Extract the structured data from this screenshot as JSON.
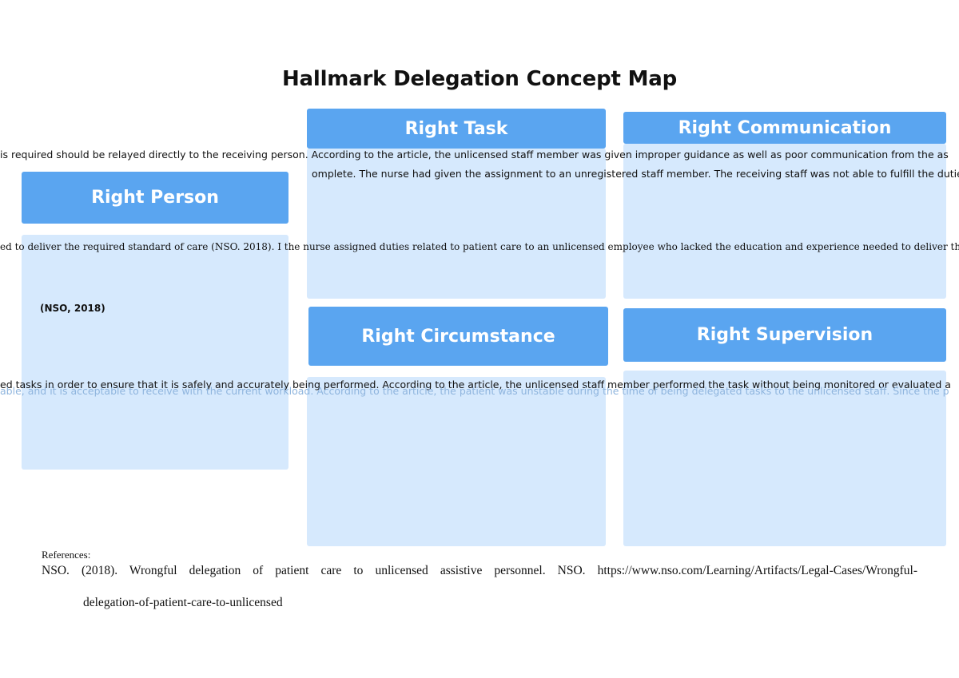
{
  "title": "Hallmark Delegation Concept Map",
  "boxes": {
    "right_task": "Right Task",
    "right_communication": "Right Communication",
    "right_person": "Right Person",
    "right_circumstance": "Right Circumstance",
    "right_supervision": "Right Supervision"
  },
  "overflow_text": {
    "communication_line1": "is required should be relayed directly to the receiving person. According to the article, the unlicensed staff member was given improper guidance as well as poor communication from the as",
    "communication_line2": "omplete. The nurse had given the assignment to an unregistered staff member. The receiving staff was not able to fulfill the duties that were as",
    "person_line": "ed to deliver the required standard of care (NSO. 2018). I the nurse assigned duties related to patient care to an unlicensed employee who lacked the education and experience needed to deliver the required standa",
    "supervision_line": "ed tasks in order to ensure that it is safely and accurately being performed. According to the article, the unlicensed staff member performed the task without being monitored or evaluated a",
    "circumstance_line": "able, and it is acceptable to receive with the current workload. According to the article, the patient was unstable during the time of being delegated tasks to the unlicensed staff. Since the p"
  },
  "citation_small": "(NSO, 2018)",
  "references": {
    "label": "References:",
    "line1": "NSO. (2018). Wrongful delegation of patient care to unlicensed assistive personnel. NSO. https://www.nso.com/Learning/Artifacts/Legal-Cases/Wrongful-",
    "line2": "delegation-of-patient-care-to-unlicensed"
  },
  "colors": {
    "header_blue": "#5aa5f0",
    "body_blue": "#d6e9fd"
  }
}
